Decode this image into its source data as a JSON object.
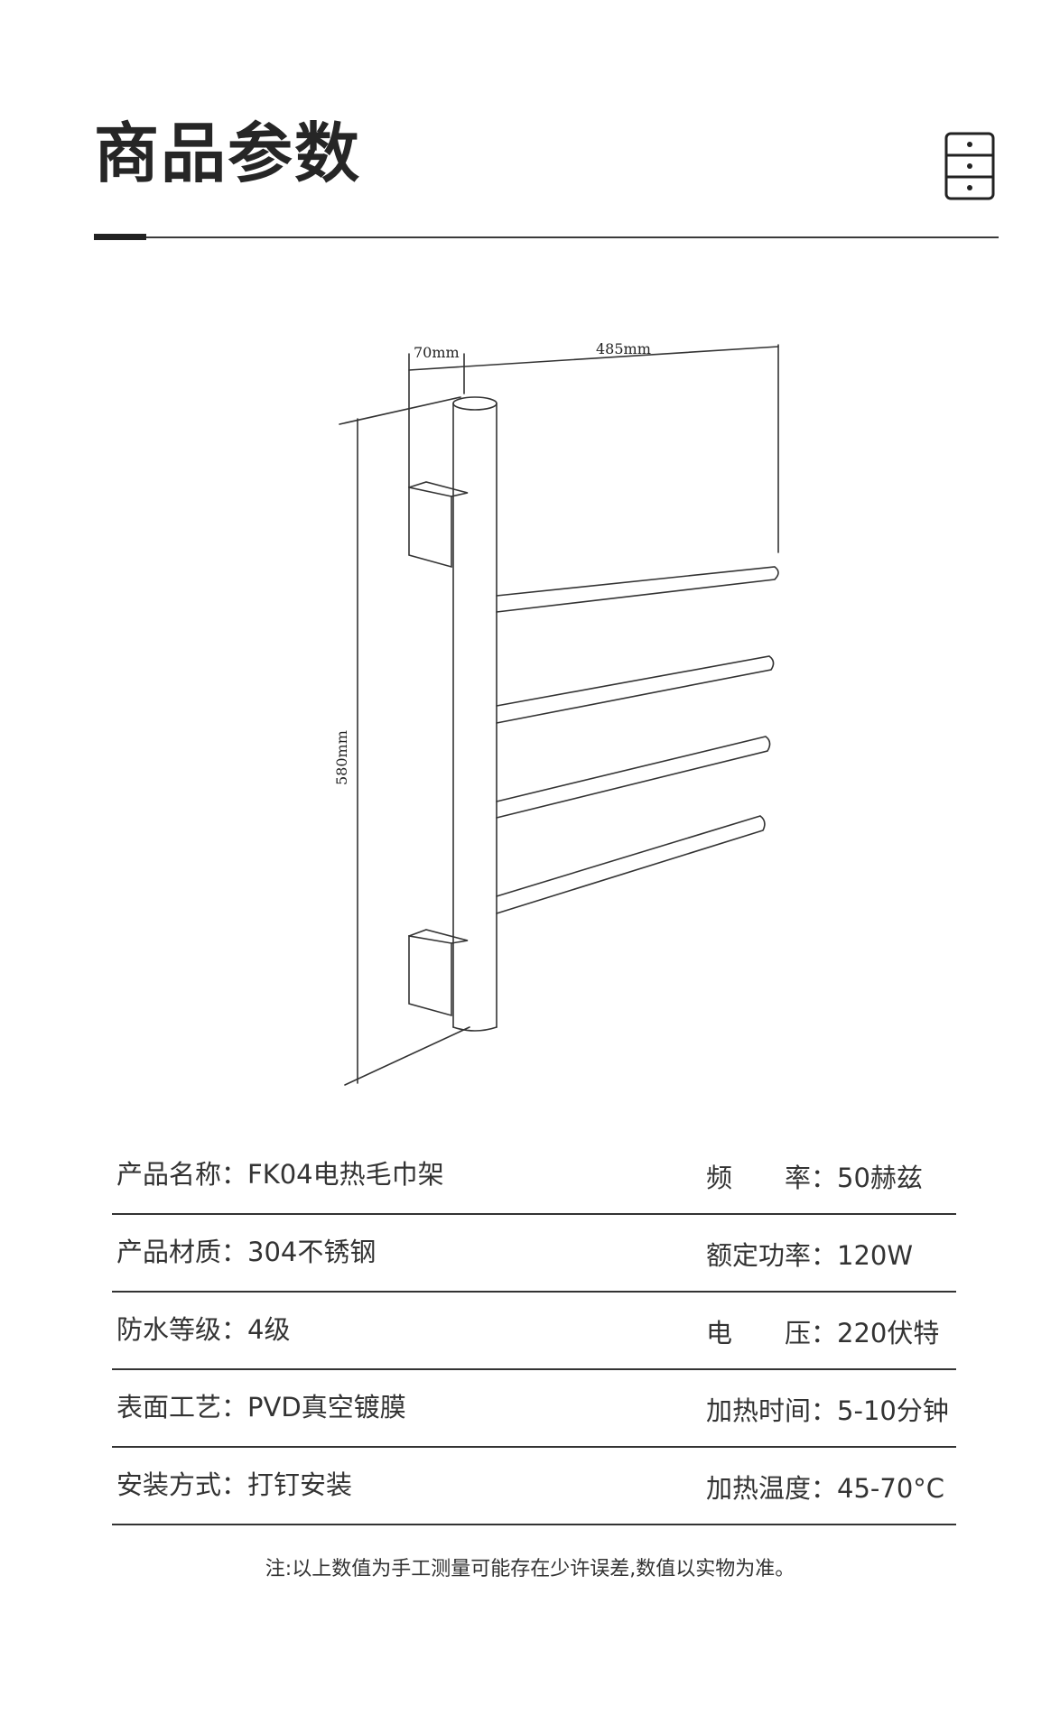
{
  "title": "商品参数",
  "icon": "drawer-cabinet-icon",
  "diagram": {
    "dim_width_bracket": "70mm",
    "dim_width_bars": "485mm",
    "dim_height": "580mm"
  },
  "specs": [
    {
      "left_label": "产品名称",
      "left_value": "FK04电热毛巾架",
      "right_label": "频　　率",
      "right_value": "50赫兹"
    },
    {
      "left_label": "产品材质",
      "left_value": "304不锈钢",
      "right_label": "额定功率",
      "right_value": "120W"
    },
    {
      "left_label": "防水等级",
      "left_value": "4级",
      "right_label": "电　　压",
      "right_value": "220伏特"
    },
    {
      "left_label": "表面工艺",
      "left_value": "PVD真空镀膜",
      "right_label": "加热时间",
      "right_value": "5-10分钟"
    },
    {
      "left_label": "安装方式",
      "left_value": "打钉安装",
      "right_label": "加热温度",
      "right_value": "45-70°C"
    }
  ],
  "separator": "：",
  "note": "注:以上数值为手工测量可能存在少许误差,数值以实物为准。"
}
